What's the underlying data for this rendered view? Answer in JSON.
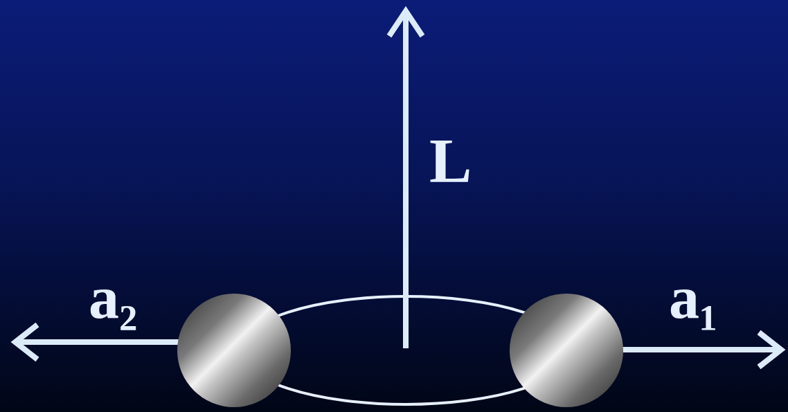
{
  "diagram": {
    "labels": [
      "L",
      "a₂",
      "a₁"
    ]
  }
}
